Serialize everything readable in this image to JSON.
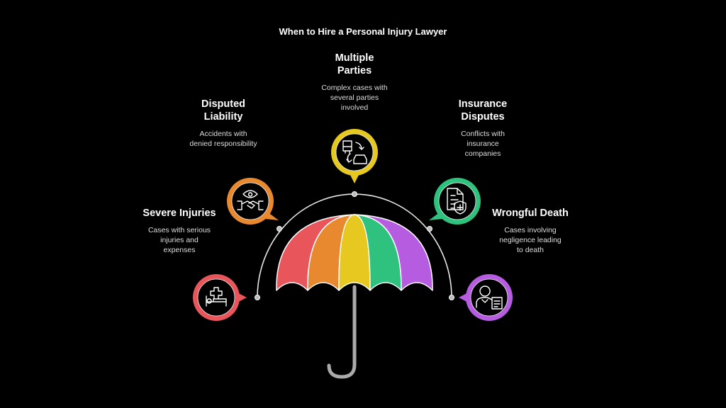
{
  "title": "When to Hire a Personal Injury Lawyer",
  "items": [
    {
      "heading": "Severe Injuries",
      "heading_lines": [
        "Severe Injuries"
      ],
      "desc_lines": [
        "Cases with serious",
        "injuries and",
        "expenses"
      ],
      "color": "#e8555a",
      "icon": "hospital-bed-icon"
    },
    {
      "heading": "Disputed Liability",
      "heading_lines": [
        "Disputed",
        "Liability"
      ],
      "desc_lines": [
        "Accidents with",
        "denied responsibility"
      ],
      "color": "#e8892f",
      "icon": "handshake-eye-icon"
    },
    {
      "heading": "Multiple Parties",
      "heading_lines": [
        "Multiple",
        "Parties"
      ],
      "desc_lines": [
        "Complex cases with",
        "several parties",
        "involved"
      ],
      "color": "#e6c820",
      "icon": "vehicles-exchange-icon"
    },
    {
      "heading": "Insurance Disputes",
      "heading_lines": [
        "Insurance",
        "Disputes"
      ],
      "desc_lines": [
        "Conflicts with",
        "insurance",
        "companies"
      ],
      "color": "#2ec27e",
      "icon": "insurance-document-icon"
    },
    {
      "heading": "Wrongful Death",
      "heading_lines": [
        "Wrongful Death"
      ],
      "desc_lines": [
        "Cases involving",
        "negligence leading",
        "to death"
      ],
      "color": "#b55ce0",
      "icon": "person-document-icon"
    }
  ]
}
